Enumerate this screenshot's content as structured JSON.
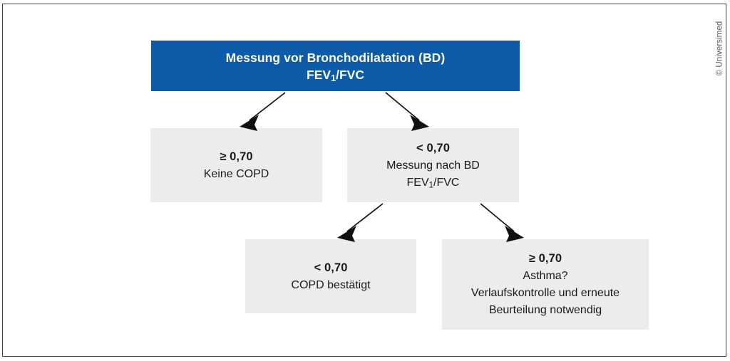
{
  "figure": {
    "kind": "clinical-decision-flowchart",
    "copyright": "© Universimed",
    "colors": {
      "header_fill": "#0d5ba8",
      "node_fill": "#ececec",
      "header_text": "#ffffff",
      "node_text": "#1a1a1a",
      "arrow": "#111111",
      "frame": "#3f3f46",
      "background": "#ffffff"
    }
  },
  "nodes": {
    "header": {
      "line1": "Messung vor Bronchodilatation (BD)",
      "line2_pre": "FEV",
      "line2_sub": "1",
      "line2_post": "/FVC"
    },
    "no_copd": {
      "value": "≥ 0,70",
      "line1": "Keine COPD"
    },
    "post_bd": {
      "value": "< 0,70",
      "line1": "Messung nach BD",
      "line2_pre": "FEV",
      "line2_sub": "1",
      "line2_post": "/FVC"
    },
    "copd_confirmed": {
      "value": "< 0,70",
      "line1": "COPD bestätigt"
    },
    "asthma": {
      "value": "≥ 0,70",
      "line1": "Asthma?",
      "line2": "Verlaufskontrolle und erneute",
      "line3": "Beurteilung notwendig"
    }
  },
  "edges": [
    {
      "id": "header-to-no-copd",
      "from": "header",
      "to": "no_copd",
      "label": ""
    },
    {
      "id": "header-to-post-bd",
      "from": "header",
      "to": "post_bd",
      "label": ""
    },
    {
      "id": "post-bd-to-copd-confirmed",
      "from": "post_bd",
      "to": "copd_confirmed",
      "label": ""
    },
    {
      "id": "post-bd-to-asthma",
      "from": "post_bd",
      "to": "asthma",
      "label": ""
    }
  ]
}
